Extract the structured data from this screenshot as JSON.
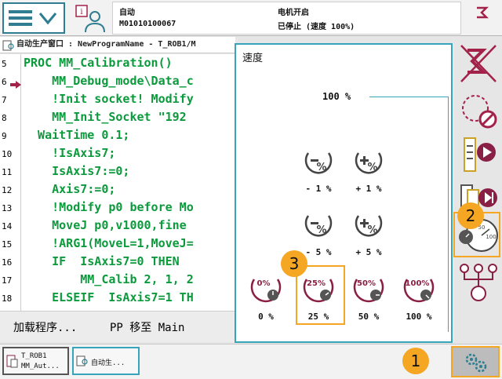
{
  "status": {
    "mode": "自动",
    "system_id": "M01010100067",
    "motors": "电机开启",
    "state": "已停止 (速度 100%)"
  },
  "window": {
    "title": "自动生产窗口 : NewProgramName - T_ROB1/M"
  },
  "code": {
    "lines": [
      {
        "num": "5",
        "text": "PROC MM_Calibration()"
      },
      {
        "num": "6",
        "text": "    MM_Debug_mode\\Data_c"
      },
      {
        "num": "7",
        "text": "    !Init socket! Modify"
      },
      {
        "num": "8",
        "text": "    MM_Init_Socket \"192"
      },
      {
        "num": "9",
        "text": "  WaitTime 0.1;"
      },
      {
        "num": "10",
        "text": "    !IsAxis7;"
      },
      {
        "num": "11",
        "text": "    IsAxis7:=0;"
      },
      {
        "num": "12",
        "text": "    Axis7:=0;"
      },
      {
        "num": "13",
        "text": "    !Modify p0 before Mo"
      },
      {
        "num": "14",
        "text": "    MoveJ p0,v1000,fine"
      },
      {
        "num": "15",
        "text": "    !ARG1(MoveL=1,MoveJ="
      },
      {
        "num": "16",
        "text": "    IF  IsAxis7=0 THEN"
      },
      {
        "num": "17",
        "text": "        MM_Calib 2, 1, 2"
      },
      {
        "num": "18",
        "text": "    ELSEIF  IsAxis7=1 TH"
      }
    ]
  },
  "bottom_buttons": {
    "load_program": "加载程序...",
    "pp_to_main": "PP 移至 Main"
  },
  "speed_panel": {
    "title": "速度",
    "current_value": "100 %",
    "buttons": [
      {
        "label": "- 1 %",
        "icon": "speed-minus-icon"
      },
      {
        "label": "+ 1 %",
        "icon": "speed-plus-icon"
      },
      {
        "label": "- 5 %",
        "icon": "speed-minus-icon"
      },
      {
        "label": "+ 5 %",
        "icon": "speed-plus-icon"
      },
      {
        "label": "0 %",
        "icon": "speed-0-icon",
        "gauge": "0%"
      },
      {
        "label": "25 %",
        "icon": "speed-25-icon",
        "gauge": "25%"
      },
      {
        "label": "50 %",
        "icon": "speed-50-icon",
        "gauge": "50%"
      },
      {
        "label": "100 %",
        "icon": "speed-100-icon",
        "gauge": "100%"
      }
    ]
  },
  "annotations": {
    "badge1": "1",
    "badge2": "2",
    "badge3": "3"
  },
  "taskbar": {
    "task1_line1": "T_ROB1",
    "task1_line2": "MM_Aut...",
    "task2": "自动生..."
  },
  "colors": {
    "accent": "#35a6ba",
    "highlight": "#f5a623",
    "code_text": "#0b9a3c",
    "icon_red": "#a3224a"
  }
}
